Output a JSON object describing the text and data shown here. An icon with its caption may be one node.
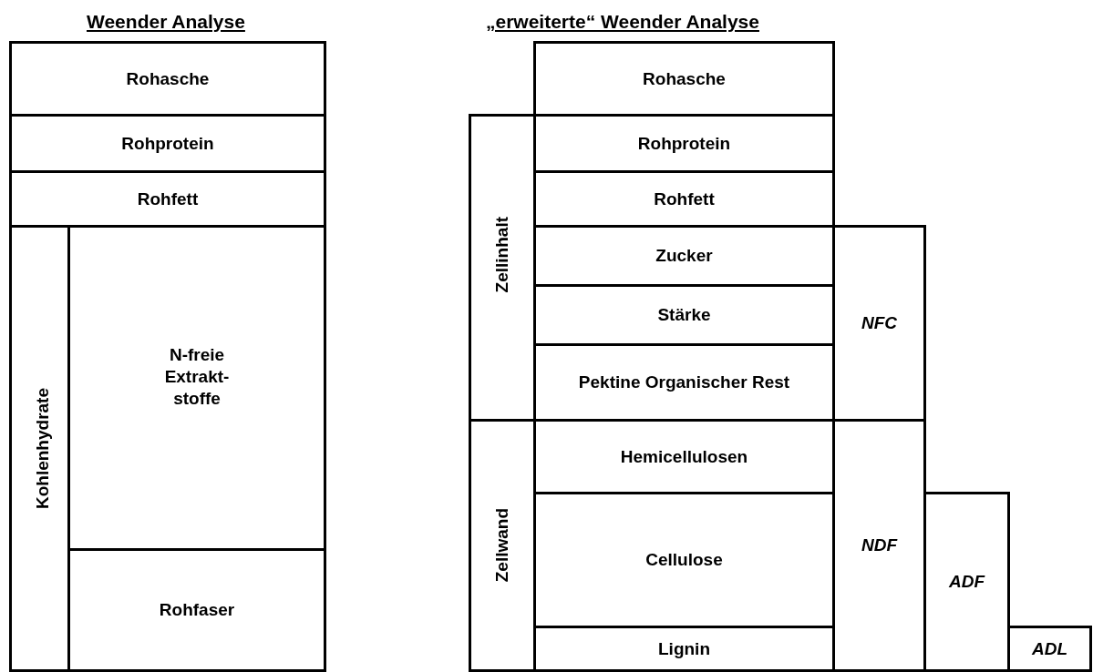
{
  "diagram": {
    "nodes": [
      {
        "text": [
          "Rohasche"
        ]
      },
      {
        "text": [
          "Rohprotein"
        ]
      },
      {
        "text": [
          "Rohfett"
        ]
      },
      {
        "text": [
          "Kohlenhydrate"
        ]
      },
      {
        "text": [
          "N-freie Extrakt- stoffe"
        ],
        "in": 3
      },
      {
        "text": [
          "Rohfaser"
        ],
        "in": 3
      },
      {
        "text": [
          "Rohasche"
        ]
      },
      {
        "text": [
          "Zellinhalt"
        ]
      },
      {
        "text": [
          "Rohprotein"
        ]
      },
      {
        "text": [
          "Rohfett"
        ]
      },
      {
        "text": [
          "Zucker"
        ]
      },
      {
        "text": [
          "Stärke"
        ]
      },
      {
        "text": [
          "Pektine Organischer Rest"
        ]
      },
      {
        "text": [
          "NFC"
        ]
      },
      {
        "text": [
          "Zellwand"
        ]
      },
      {
        "text": [
          "Hemicellulosen"
        ]
      },
      {
        "text": [
          "Cellulose"
        ]
      },
      {
        "text": [
          "NDF"
        ]
      },
      {
        "text": [
          "ADF"
        ]
      },
      {
        "text": [
          "Lignin"
        ]
      },
      {
        "text": [
          "ADL"
        ]
      }
    ],
    "labels": [
      "Weender Analyse",
      "„erweiterte“ Weender Analyse"
    ]
  }
}
